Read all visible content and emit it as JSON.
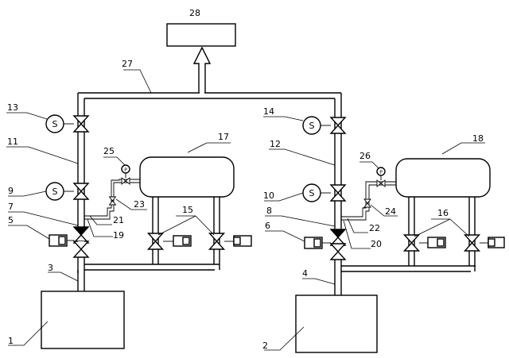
{
  "labels": {
    "n1": "1",
    "n2": "2",
    "n3": "3",
    "n4": "4",
    "n5": "5",
    "n6": "6",
    "n7": "7",
    "n8": "8",
    "n9": "9",
    "n10": "10",
    "n11": "11",
    "n12": "12",
    "n13": "13",
    "n14": "14",
    "n15": "15",
    "n16": "16",
    "n17": "17",
    "n18": "18",
    "n19": "19",
    "n20": "20",
    "n21": "21",
    "n22": "22",
    "n23": "23",
    "n24": "24",
    "n25": "25",
    "n26": "26",
    "n27": "27",
    "n28": "28"
  },
  "symbols": {
    "solenoid": "S",
    "gauge": "P"
  }
}
